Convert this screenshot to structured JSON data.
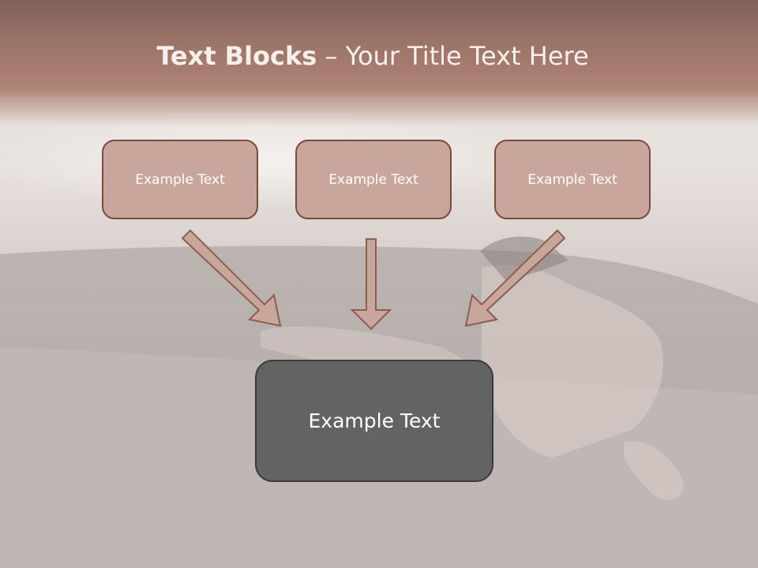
{
  "title": {
    "bold": "Text Blocks",
    "separator": " – ",
    "rest": "Your Title Text Here"
  },
  "blocks": [
    {
      "text": "Example Text"
    },
    {
      "text": "Example Text"
    },
    {
      "text": "Example Text"
    }
  ],
  "main_block": {
    "text": "Example Text"
  },
  "colors": {
    "title_band": "#a97e72",
    "block_fill": "#c9a69c",
    "block_border": "#7b4a3f",
    "arrow_fill": "#c9a69c",
    "arrow_border": "#8a5e53",
    "main_fill": "#636363",
    "main_border": "#3a3a3a"
  }
}
